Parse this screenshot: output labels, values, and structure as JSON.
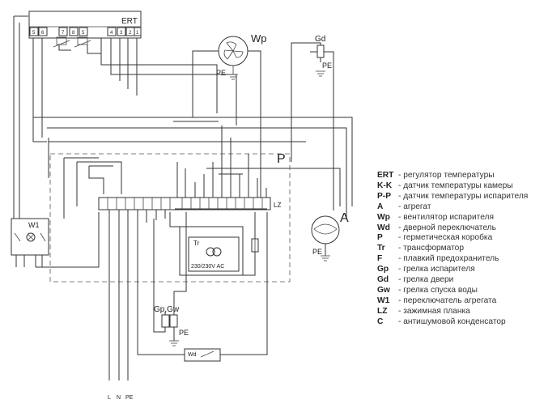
{
  "labels": {
    "ert": "ERT",
    "ert_terminals": [
      "5",
      "6",
      "7",
      "8",
      "5",
      "4",
      "3",
      "2",
      "1"
    ],
    "fan": "Wp",
    "fan_pe": "PE",
    "door_heater": "Gd",
    "door_heater_pe": "PE",
    "box_p": "P",
    "unit_a": "A",
    "unit_a_pe": "PE",
    "switch_w1": "W1",
    "lz": "LZ",
    "transformer": "Tr",
    "transformer_rating": "230/230V AC",
    "heaters": "Gp,Gw",
    "heaters_pe": "PE",
    "door_switch": "Wd",
    "supply_terminals": [
      "L",
      "N",
      "PE"
    ]
  },
  "legend": [
    {
      "code": "ERT",
      "desc": "- регулятор температуры"
    },
    {
      "code": "K-K",
      "desc": "- датчик температуры камеры"
    },
    {
      "code": "P-P",
      "desc": "- датчик температуры испарителя"
    },
    {
      "code": "A",
      "desc": "- агрегат"
    },
    {
      "code": "Wp",
      "desc": "- вентилятор испарителя"
    },
    {
      "code": "Wd",
      "desc": "- дверной переключатель"
    },
    {
      "code": "P",
      "desc": "- герметическая коробка"
    },
    {
      "code": "Tr",
      "desc": "- трансформатор"
    },
    {
      "code": "F",
      "desc": "- плавкий предохранитель"
    },
    {
      "code": "Gp",
      "desc": "- грелка испарителя"
    },
    {
      "code": "Gd",
      "desc": "- грелка двери"
    },
    {
      "code": "Gw",
      "desc": "- грелка спуска воды"
    },
    {
      "code": "W1",
      "desc": "- переключатель агрегата"
    },
    {
      "code": "LZ",
      "desc": "- зажимная планка"
    },
    {
      "code": "C",
      "desc": "- антишумовой конденсатор"
    }
  ]
}
